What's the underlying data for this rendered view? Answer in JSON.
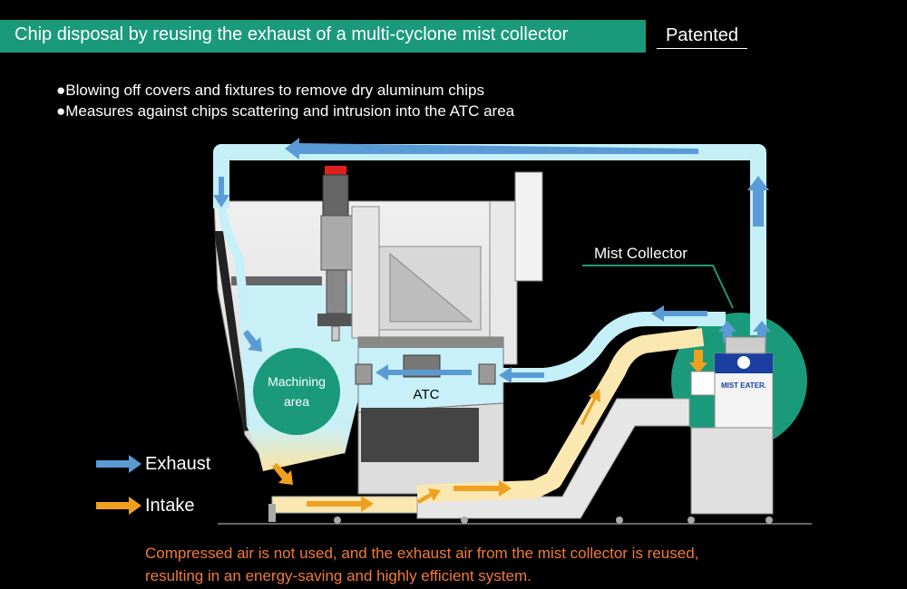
{
  "header": {
    "title": "Chip disposal by reusing the exhaust of a multi-cyclone mist collector",
    "badge": "Patented"
  },
  "bullets": [
    "●Blowing off covers and fixtures to remove dry aluminum chips",
    "●Measures against chips scattering and intrusion into the ATC area"
  ],
  "diagram": {
    "machining_area_line1": "Machining",
    "machining_area_line2": "area",
    "atc_label": "ATC",
    "mist_collector_label": "Mist Collector",
    "collector_brand": "MIST EATER."
  },
  "legend": {
    "exhaust": "Exhaust",
    "intake": "Intake"
  },
  "footer": {
    "line1": "Compressed air is not used, and the exhaust air from the mist collector is reused,",
    "line2": "resulting in an energy-saving and highly efficient system."
  },
  "colors": {
    "title_bar": "#1a9a7a",
    "exhaust": "#5b9bd5",
    "intake": "#f0a020",
    "exhaust_duct": "#c5f0f8",
    "intake_duct": "#fbe7b0",
    "green_circle": "#1a9a7a",
    "footer_text": "#f07a3a"
  },
  "icons": [
    "exhaust-arrow-icon",
    "intake-arrow-icon"
  ]
}
